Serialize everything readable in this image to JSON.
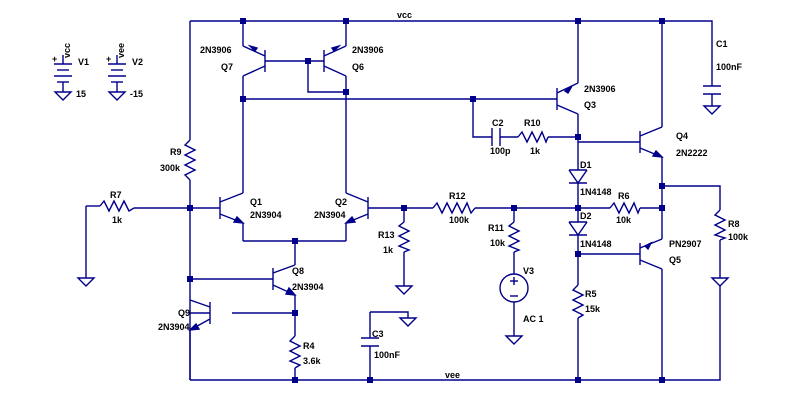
{
  "nets": {
    "vcc": "vcc",
    "vee": "vee"
  },
  "sources": {
    "v1": {
      "name": "V1",
      "net": "vcc",
      "value": "15"
    },
    "v2": {
      "name": "V2",
      "net": "vee",
      "value": "-15"
    },
    "v3": {
      "name": "V3",
      "value": "AC 1"
    }
  },
  "transistors": {
    "q1": {
      "name": "Q1",
      "model": "2N3904"
    },
    "q2": {
      "name": "Q2",
      "model": "2N3904"
    },
    "q3": {
      "name": "Q3",
      "model": "2N3906"
    },
    "q4": {
      "name": "Q4",
      "model": "2N2222"
    },
    "q5": {
      "name": "Q5",
      "model": "PN2907"
    },
    "q6": {
      "name": "Q6",
      "model": "2N3906"
    },
    "q7": {
      "name": "Q7",
      "model": "2N3906"
    },
    "q8": {
      "name": "Q8",
      "model": "2N3904"
    },
    "q9": {
      "name": "Q9",
      "model": "2N3904"
    }
  },
  "resistors": {
    "r4": {
      "name": "R4",
      "value": "3.6k"
    },
    "r5": {
      "name": "R5",
      "value": "15k"
    },
    "r6": {
      "name": "R6",
      "value": "10k"
    },
    "r7": {
      "name": "R7",
      "value": "1k"
    },
    "r8": {
      "name": "R8",
      "value": "100k"
    },
    "r9": {
      "name": "R9",
      "value": "300k"
    },
    "r10": {
      "name": "R10",
      "value": "1k"
    },
    "r11": {
      "name": "R11",
      "value": "10k"
    },
    "r12": {
      "name": "R12",
      "value": "100k"
    },
    "r13": {
      "name": "R13",
      "value": "1k"
    }
  },
  "capacitors": {
    "c1": {
      "name": "C1",
      "value": "100nF"
    },
    "c2": {
      "name": "C2",
      "value": "100p"
    },
    "c3": {
      "name": "C3",
      "value": "100nF"
    }
  },
  "diodes": {
    "d1": {
      "name": "D1",
      "model": "1N4148"
    },
    "d2": {
      "name": "D2",
      "model": "1N4148"
    }
  },
  "colors": {
    "wire": "#00008b",
    "text": "#000000",
    "background": "#ffffff"
  }
}
